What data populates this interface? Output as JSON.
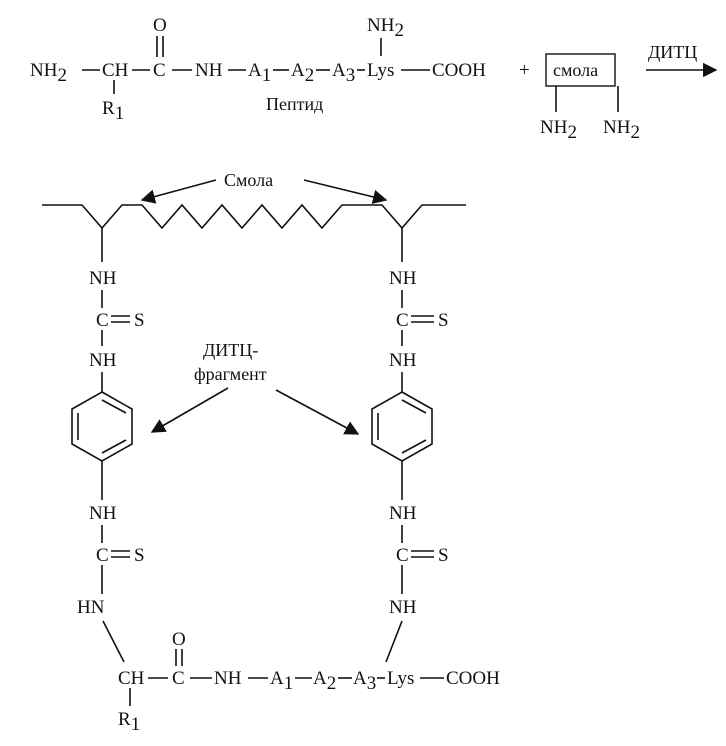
{
  "reaction": {
    "reagent_peptide": {
      "nh2": "NH",
      "nh2_sub": "2",
      "ch": "CH",
      "o": "O",
      "c": "C",
      "nh": "NH",
      "a": "A",
      "sub1": "1",
      "sub2": "2",
      "sub3": "3",
      "lys": "Lys",
      "cooh": "COOH",
      "side_nh2": "NH",
      "side_nh2_sub": "2",
      "r": "R",
      "r_sub": "1",
      "caption": "Пептид"
    },
    "plus": "+",
    "resin": {
      "box_label": "смола",
      "nh2_left": "NH",
      "nh2_right": "NH",
      "sub": "2"
    },
    "reagent_label": "ДИТЦ"
  },
  "product": {
    "resin_label": "Смола",
    "ditc_label_line1": "ДИТЦ-",
    "ditc_label_line2": "фрагмент",
    "linker": {
      "nh": "NH",
      "c": "C",
      "s": "S",
      "hn": "HN"
    },
    "peptide": {
      "ch": "CH",
      "o": "O",
      "c": "C",
      "nh": "NH",
      "a": "A",
      "sub1": "1",
      "sub2": "2",
      "sub3": "3",
      "lys": "Lys",
      "cooh": "COOH",
      "r": "R",
      "r_sub": "1"
    }
  },
  "colors": {
    "ink": "#111111",
    "background": "#ffffff"
  }
}
